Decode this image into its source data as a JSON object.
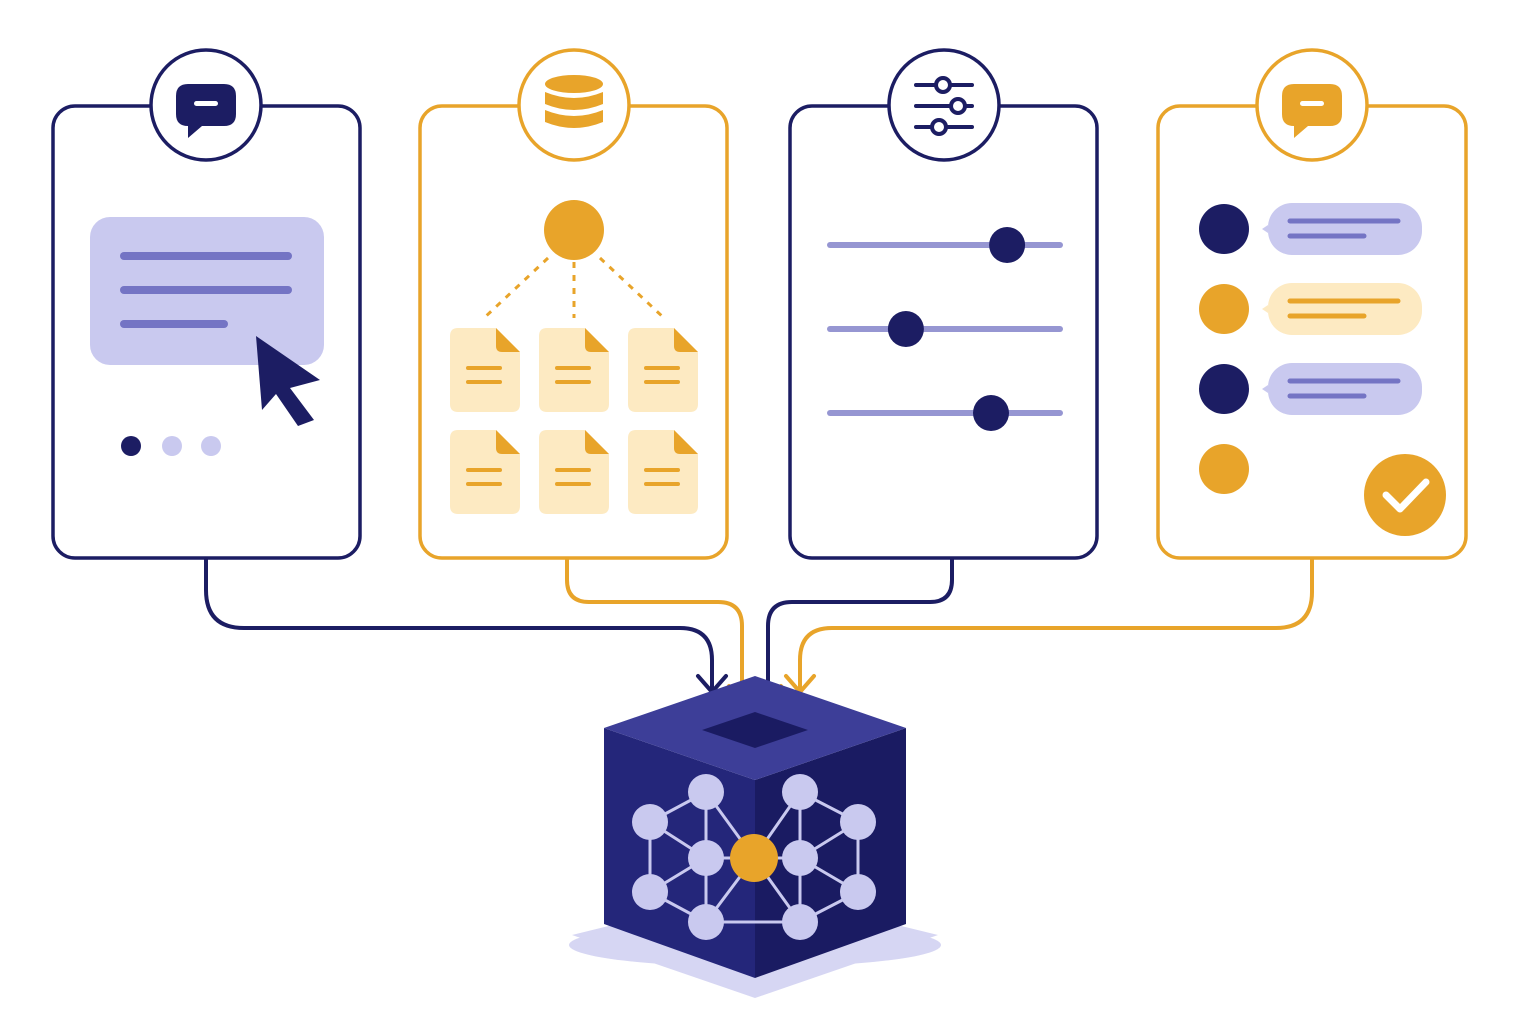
{
  "colors": {
    "navy": "#1c1d63",
    "gold": "#e8a42a",
    "lavender": "#c9c9ef",
    "lavender_line": "#7474c4",
    "cream": "#fdeac2",
    "cube_top": "#3d3e98",
    "cube_left": "#24267a",
    "cube_right": "#1a1b62",
    "shadow": "#d6d6f3",
    "background": "#ffffff"
  },
  "panels": [
    {
      "id": "chat-input",
      "theme": "navy",
      "badge_icon": "chat-bubble-icon",
      "content": "message-with-cursor",
      "pager_dots": 3,
      "active_dot": 1
    },
    {
      "id": "retrieval",
      "theme": "gold",
      "badge_icon": "database-icon",
      "content": "document-tree",
      "document_count": 6
    },
    {
      "id": "tuning",
      "theme": "navy",
      "badge_icon": "sliders-icon",
      "content": "slider-controls",
      "slider_levels": [
        0.77,
        0.33,
        0.7
      ]
    },
    {
      "id": "conversation",
      "theme": "gold",
      "badge_icon": "chat-bubble-icon",
      "content": "chat-thread",
      "turns": [
        {
          "speaker": "navy",
          "bubble": "lavender"
        },
        {
          "speaker": "gold",
          "bubble": "cream"
        },
        {
          "speaker": "navy",
          "bubble": "lavender"
        },
        {
          "speaker": "gold",
          "bubble": null
        }
      ],
      "status_icon": "check-circle-icon"
    }
  ],
  "hub": {
    "icon": "neural-network-cube-icon",
    "center_node": "gold",
    "node_color": "lavender"
  }
}
